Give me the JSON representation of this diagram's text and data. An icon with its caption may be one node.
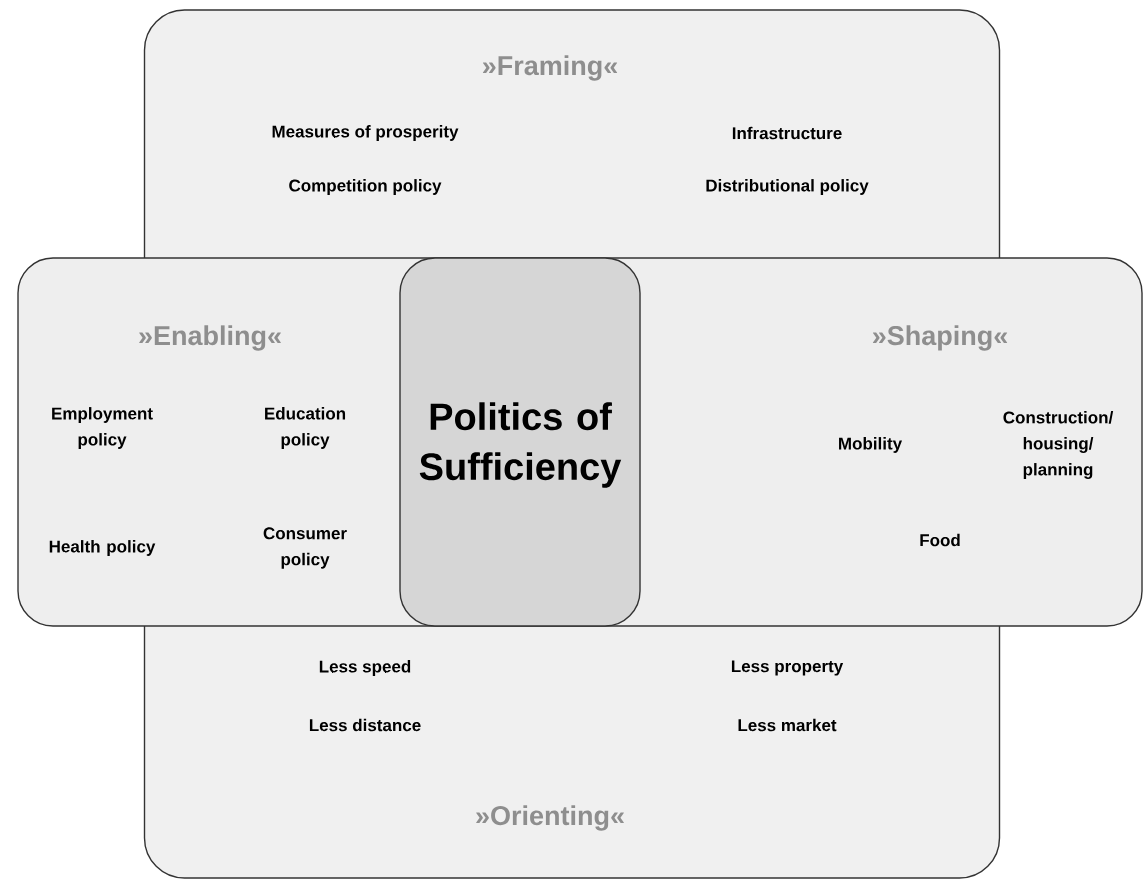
{
  "diagram": {
    "nodes": [
      {
        "text": [
          "»Framing«",
          "Measures of prosperity",
          "Infrastructure",
          "Competition policy",
          "Distributional policy",
          "Less speed",
          "Less property",
          "Less distance",
          "Less market",
          "»Orienting«"
        ]
      },
      {
        "text": [
          "»Enabling«",
          "Employment policy",
          "Education policy",
          "Health policy",
          "Consumer policy",
          "»Shaping«",
          "Mobility",
          "Construction/ housing/ planning",
          "Food"
        ]
      },
      {
        "text": [
          "Politics of Sufficiency"
        ]
      }
    ]
  }
}
